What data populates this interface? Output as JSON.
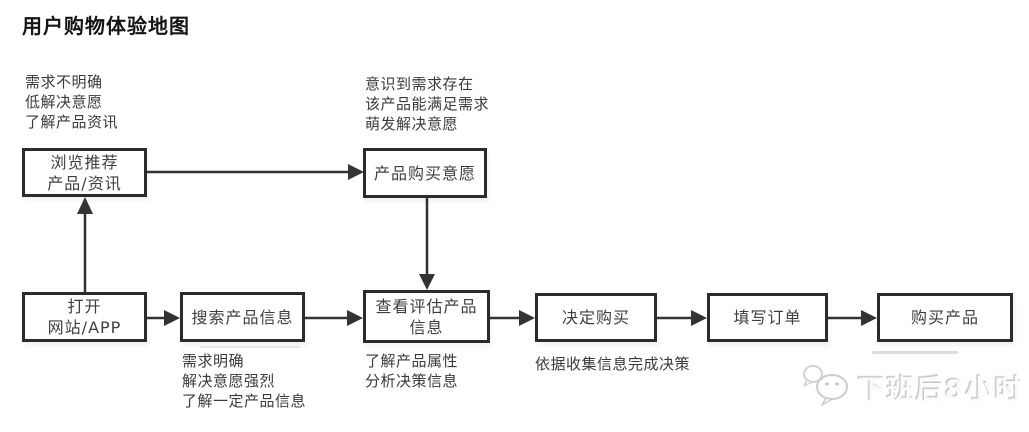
{
  "title": "用户购物体验地图",
  "nodes": [
    {
      "id": "browse-recommend",
      "lines": [
        "浏览推荐",
        "产品/资讯"
      ]
    },
    {
      "id": "purchase-intent",
      "lines": [
        "产品购买意愿"
      ]
    },
    {
      "id": "open-website",
      "lines": [
        "打开",
        "网站/APP"
      ]
    },
    {
      "id": "search-product",
      "lines": [
        "搜索产品信息"
      ]
    },
    {
      "id": "evaluate-product",
      "lines": [
        "查看评估产品",
        "信息"
      ]
    },
    {
      "id": "decide-purchase",
      "lines": [
        "决定购买"
      ]
    },
    {
      "id": "fill-order",
      "lines": [
        "填写订单"
      ]
    },
    {
      "id": "purchase-product",
      "lines": [
        "购买产品"
      ]
    }
  ],
  "annotations": [
    {
      "id": "vague-need",
      "lines": [
        "需求不明确",
        "低解决意愿",
        "了解产品资讯"
      ]
    },
    {
      "id": "aware-need",
      "lines": [
        "意识到需求存在",
        "该产品能满足需求",
        "萌发解决意愿"
      ]
    },
    {
      "id": "clear-need",
      "lines": [
        "需求明确",
        "解决意愿强烈",
        "了解一定产品信息"
      ]
    },
    {
      "id": "learn-attribute",
      "lines": [
        "了解产品属性",
        "分析决策信息"
      ]
    },
    {
      "id": "decision-basis",
      "lines": [
        "依据收集信息完成决策"
      ]
    }
  ],
  "edges": [
    {
      "from": "open-website",
      "to": "browse-recommend",
      "direction": "up"
    },
    {
      "from": "browse-recommend",
      "to": "purchase-intent",
      "direction": "right"
    },
    {
      "from": "purchase-intent",
      "to": "evaluate-product",
      "direction": "down"
    },
    {
      "from": "open-website",
      "to": "search-product",
      "direction": "right"
    },
    {
      "from": "search-product",
      "to": "evaluate-product",
      "direction": "right"
    },
    {
      "from": "evaluate-product",
      "to": "decide-purchase",
      "direction": "right"
    },
    {
      "from": "decide-purchase",
      "to": "fill-order",
      "direction": "right"
    },
    {
      "from": "fill-order",
      "to": "purchase-product",
      "direction": "right"
    }
  ],
  "watermark": {
    "text": "下班后8小时",
    "icon": "chat-bubbles-icon"
  },
  "colors": {
    "background": "#ffffff",
    "box_border": "#2b2b2b",
    "text": "#3f3f3f",
    "arrow": "#333333",
    "watermark": "#d9d9d9"
  }
}
